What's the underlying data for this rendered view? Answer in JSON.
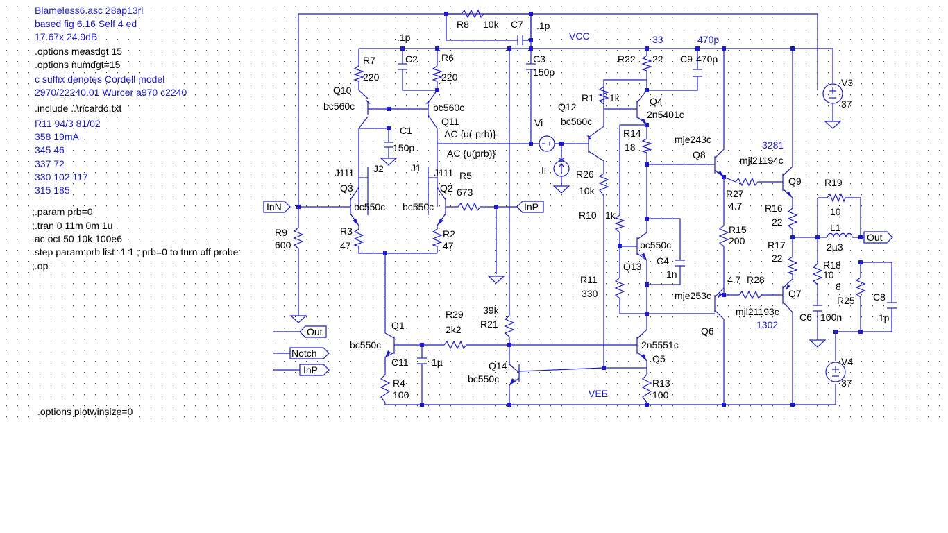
{
  "comments_left": {
    "lines_blue": [
      "Blameless6.asc  28ap13rl",
      "based fig 6.16 Self 4 ed",
      "17.67x 24.9dB"
    ],
    "lines_black": [
      ".options measdgt 15",
      ".options numdgt=15"
    ],
    "lines_blue2": [
      "c suffix denotes Cordell model",
      "2970/22240.01 Wurcer a970 c2240"
    ],
    "include": ".include ..\\ricardo.txt",
    "table_blue": [
      "R11 94/3 81/02",
      "358  19mA",
      "345  46",
      "337  72",
      "330  102  117",
      "315  185"
    ],
    "directives": [
      ";.param prb=0",
      ";.tran 0 11m 0m 1u",
      ".ac oct 50 10k 100e6",
      ".step param prb list -1 1 ; prb=0 to turn off probe",
      ";.op"
    ],
    "plotwinsize": ".options plotwinsize=0"
  },
  "nets": {
    "vcc": "VCC",
    "vee": "VEE",
    "n33": "33",
    "n470p": "470p",
    "n3281": "3281",
    "n1302": "1302"
  },
  "ports": {
    "inn": "InN",
    "inp_right": "InP",
    "out_left": "Out",
    "notch": "Notch",
    "inp_left": "InP",
    "out_right": "Out"
  },
  "components": {
    "r8": {
      "name": "R8",
      "value": "10k"
    },
    "c7": {
      "name": "C7",
      "value": ".1p"
    },
    "c2": {
      "name": "C2",
      "value": ".1p"
    },
    "r7": {
      "name": "R7",
      "value": "220"
    },
    "r6": {
      "name": "R6",
      "value": "220"
    },
    "c3": {
      "name": "C3",
      "value": "150p"
    },
    "q10": {
      "name": "Q10",
      "value": "bc560c"
    },
    "q11": {
      "name": "Q11",
      "value": "bc560c"
    },
    "c1": {
      "name": "C1",
      "value": "150p"
    },
    "j2": {
      "name": "J2",
      "value": "J111"
    },
    "j1": {
      "name": "J1",
      "value": "J111"
    },
    "r5": {
      "name": "R5",
      "value": "673"
    },
    "q3": {
      "name": "Q3",
      "value": "bc550c"
    },
    "q2": {
      "name": "Q2",
      "value": "bc550c"
    },
    "r3": {
      "name": "R3",
      "value": "47"
    },
    "r2": {
      "name": "R2",
      "value": "47"
    },
    "r9": {
      "name": "R9",
      "value": "600"
    },
    "vi": {
      "name": "Vi",
      "value_neg": "AC {u(-prb)}",
      "value_pos": "AC {u(prb)}"
    },
    "ii": {
      "name": "Ii"
    },
    "r22": {
      "name": "R22",
      "value": "22"
    },
    "c9": {
      "name": "C9",
      "value": "470p"
    },
    "r1": {
      "name": "R1",
      "value": "1k"
    },
    "q4": {
      "name": "Q4",
      "value": "2n5401c"
    },
    "q12": {
      "name": "Q12",
      "value": "bc560c"
    },
    "r14": {
      "name": "R14",
      "value": "18"
    },
    "r26": {
      "name": "R26",
      "value": "10k"
    },
    "r10": {
      "name": "R10",
      "value": "1k"
    },
    "q13": {
      "name": "Q13",
      "value": "bc550c"
    },
    "c4": {
      "name": "C4",
      "value": "1n"
    },
    "r11": {
      "name": "R11",
      "value": "330"
    },
    "q8": {
      "name": "Q8",
      "value": "mje243c"
    },
    "q9": {
      "name": "Q9",
      "value": "mjl21194c"
    },
    "r27": {
      "name": "R27",
      "value": "4.7"
    },
    "r15": {
      "name": "R15",
      "value": "200"
    },
    "r16": {
      "name": "R16",
      "value": "22"
    },
    "r17": {
      "name": "R17",
      "value": "22"
    },
    "r28": {
      "name": "R28",
      "value": "4.7"
    },
    "q6": {
      "name": "Q6",
      "value": "mje253c"
    },
    "q7": {
      "name": "Q7",
      "value": "mjl21193c"
    },
    "r19": {
      "name": "R19",
      "value": "10"
    },
    "l1": {
      "name": "L1",
      "value": "2µ3"
    },
    "r18": {
      "name": "R18",
      "value": "10"
    },
    "r25": {
      "name": "R25",
      "value": "8"
    },
    "c8": {
      "name": "C8",
      "value": ".1p"
    },
    "c6": {
      "name": "C6",
      "value": "100n"
    },
    "v3": {
      "name": "V3",
      "value": "37"
    },
    "v4": {
      "name": "V4",
      "value": "37"
    },
    "q1": {
      "name": "Q1",
      "value": "bc550c"
    },
    "c11": {
      "name": "C11",
      "value": "1µ"
    },
    "r4": {
      "name": "R4",
      "value": "100"
    },
    "r29": {
      "name": "R29",
      "value": "2k2"
    },
    "r21": {
      "name": "R21",
      "value": "39k"
    },
    "q14": {
      "name": "Q14",
      "value": "bc550c"
    },
    "q5": {
      "name": "Q5",
      "value": "2n5551c"
    },
    "r13": {
      "name": "R13",
      "value": "100"
    }
  },
  "colors": {
    "wire": "#1a1acc",
    "text_black": "#000000",
    "text_blue": "#1a1acc",
    "grid_dot": "#222222"
  }
}
